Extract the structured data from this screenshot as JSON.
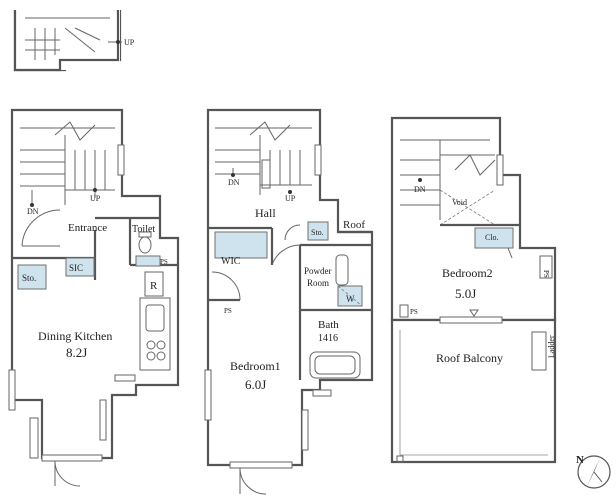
{
  "colors": {
    "storage": "#cfe3ee",
    "wall": "#555555",
    "background": "#ffffff"
  },
  "stair_top": {
    "up": "UP"
  },
  "floor1": {
    "dn": "DN",
    "up": "UP",
    "entrance": "Entrance",
    "toilet": "Toilet",
    "sic": "SIC",
    "sto": "Sto.",
    "fridge": "R",
    "ps": "PS",
    "dining_kitchen": "Dining Kitchen",
    "dining_kitchen_size": "8.2J"
  },
  "floor2": {
    "dn": "DN",
    "up": "UP",
    "hall": "Hall",
    "roof": "Roof",
    "sto": "Sto.",
    "wic": "WIC",
    "powder_room_1": "Powder",
    "powder_room_2": "Room",
    "w": "W",
    "bath": "Bath",
    "bath_size": "1416",
    "ps": "PS",
    "bedroom1": "Bedroom1",
    "bedroom1_size": "6.0J"
  },
  "floor3": {
    "dn": "DN",
    "void": "Void",
    "clo": "Clo.",
    "bedroom2": "Bedroom2",
    "bedroom2_size": "5.0J",
    "ps_right": "PS",
    "ps_left": "PS",
    "roof_balcony": "Roof Balcony",
    "ladder": "Ladder"
  },
  "compass": {
    "north": "N",
    "icon": "north-arrow-icon"
  }
}
